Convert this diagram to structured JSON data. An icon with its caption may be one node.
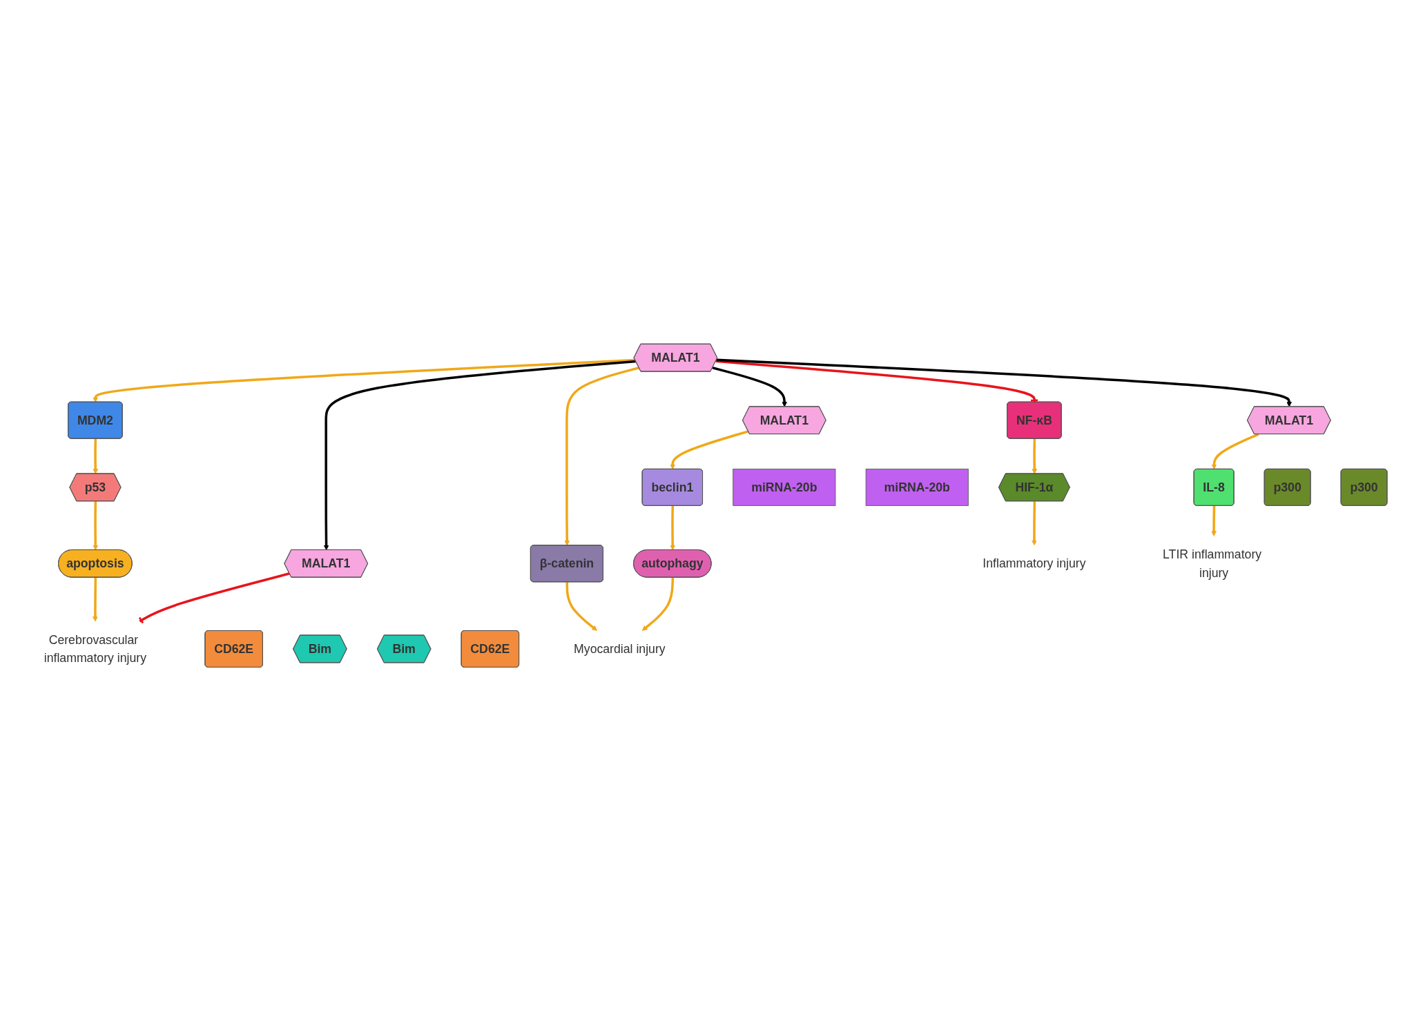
{
  "diagram": {
    "nodes": [
      {
        "text": [
          "Cerebrovascular inflammatory injury"
        ]
      },
      {
        "text": [
          "apoptosis"
        ]
      },
      {
        "text": [
          "CD62E"
        ]
      },
      {
        "text": [
          "Bim"
        ]
      },
      {
        "text": [
          "MALAT1"
        ]
      },
      {
        "text": [
          "Bim"
        ]
      },
      {
        "text": [
          "CD62E"
        ]
      },
      {
        "text": [
          "p53"
        ]
      },
      {
        "text": [
          "MDM2"
        ]
      },
      {
        "text": [
          "Myocardial injury"
        ]
      },
      {
        "text": [
          "autophagy"
        ]
      },
      {
        "text": [
          "β-catenin"
        ]
      },
      {
        "text": [
          "beclin1"
        ]
      },
      {
        "text": [
          "MALAT1"
        ]
      },
      {
        "text": [
          "miRNA-20b"
        ]
      },
      {
        "text": [
          "miRNA-20b"
        ]
      },
      {
        "text": [
          "MALAT1"
        ]
      },
      {
        "text": [
          "NF-κB"
        ]
      },
      {
        "text": [
          "HIF-1α"
        ]
      },
      {
        "text": [
          "p300"
        ]
      },
      {
        "text": [
          "p300"
        ]
      },
      {
        "text": [
          "MALAT1"
        ]
      },
      {
        "text": [
          "Inflammatory injury"
        ]
      },
      {
        "text": [
          "IL-8"
        ]
      },
      {
        "text": [
          "LTIR inflammatory injury"
        ]
      }
    ],
    "edges": [
      {
        "from": 1,
        "to": 0,
        "arrow": "to"
      },
      {
        "from": 4,
        "to": 0,
        "arrow": "other",
        "color": "#e8141c"
      },
      {
        "from": 7,
        "to": 1,
        "arrow": "to"
      },
      {
        "from": 8,
        "to": 7,
        "arrow": "to"
      },
      {
        "from": 16,
        "to": 8,
        "arrow": "to"
      },
      {
        "from": 16,
        "to": 4,
        "arrow": "to",
        "color": "#000000"
      },
      {
        "from": 16,
        "to": 11,
        "arrow": "to"
      },
      {
        "from": 11,
        "to": 9,
        "arrow": "to"
      },
      {
        "from": 16,
        "to": 13,
        "arrow": "to",
        "color": "#000000"
      },
      {
        "from": 13,
        "to": 12,
        "arrow": "to"
      },
      {
        "from": 12,
        "to": 10,
        "arrow": "to"
      },
      {
        "from": 10,
        "to": 9,
        "arrow": "to"
      },
      {
        "from": 16,
        "to": 17,
        "arrow": "other",
        "color": "#e8141c"
      },
      {
        "from": 17,
        "to": 18,
        "arrow": "to"
      },
      {
        "from": 18,
        "to": 22,
        "arrow": "to"
      },
      {
        "from": 16,
        "to": 21,
        "arrow": "to",
        "color": "#000000"
      },
      {
        "from": 21,
        "to": 23,
        "arrow": "to"
      },
      {
        "from": 23,
        "to": 24,
        "arrow": "to"
      }
    ]
  }
}
